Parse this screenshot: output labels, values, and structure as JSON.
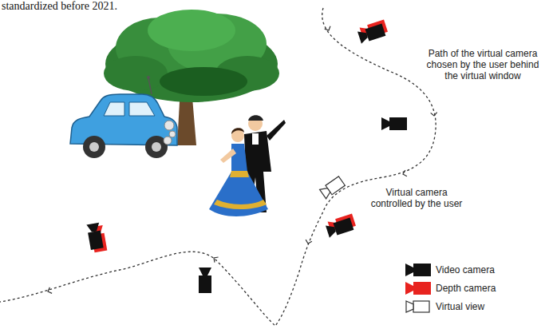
{
  "diagram": {
    "labels": [
      "standardized before 2021.",
      "Path of the virtual camera chosen by the user behind the virtual window",
      "Virtual camera controlled by the user"
    ],
    "legend": [
      {
        "text": "Video camera"
      },
      {
        "text": "Depth camera"
      },
      {
        "text": "Virtual view"
      }
    ]
  }
}
